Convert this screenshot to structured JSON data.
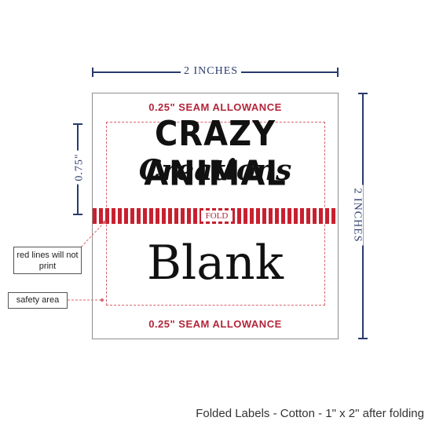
{
  "dimensions": {
    "top_width": "2 INCHES",
    "right_height": "2 INCHES",
    "left_fold_height": "0.75\""
  },
  "label": {
    "seam_top": "0.25\" SEAM ALLOWANCE",
    "seam_bottom": "0.25\" SEAM ALLOWANCE",
    "fold": "FOLD",
    "brand_line1": "CRAZY ANIMAL",
    "brand_line2": "Creations",
    "blank": "Blank"
  },
  "callouts": {
    "red_lines": "red lines will not print",
    "safety_area": "safety area"
  },
  "caption": "Folded Labels - Cotton - 1\" x 2\" after folding",
  "colors": {
    "dimension": "#2a3a6b",
    "seam": "#b3253a",
    "fold_stripes": "#c8202f",
    "safety_dashed": "#d9636f"
  }
}
